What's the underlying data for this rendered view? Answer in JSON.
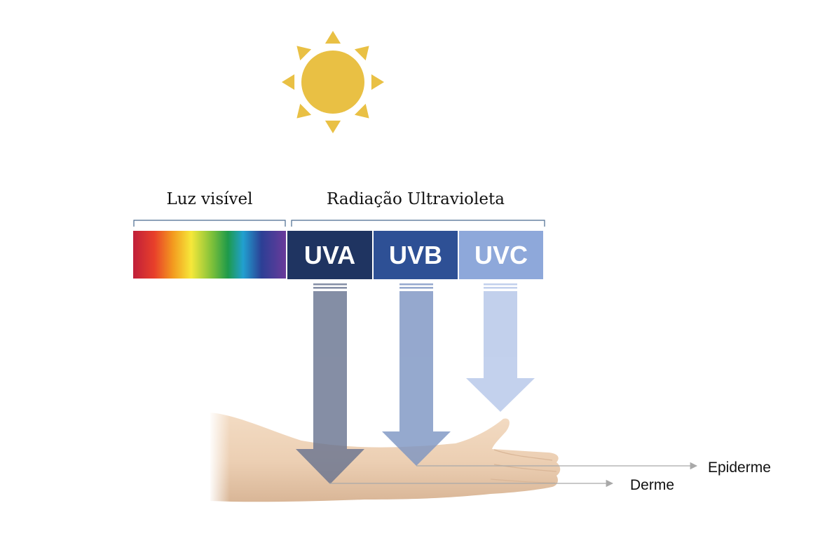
{
  "labels": {
    "visible_light": "Luz visível",
    "uv_radiation": "Radiação Ultravioleta"
  },
  "bands": [
    {
      "label": "UVA",
      "color": "#1f3461"
    },
    {
      "label": "UVB",
      "color": "#2e5095"
    },
    {
      "label": "UVC",
      "color": "#8ea8da"
    }
  ],
  "arrows": [
    {
      "band": "UVA",
      "color": "#66728f",
      "reaches": "Derme"
    },
    {
      "band": "UVB",
      "color": "#7b93c2",
      "reaches": "Epiderme"
    },
    {
      "band": "UVC",
      "color": "#b4c5e8",
      "reaches": ""
    }
  ],
  "skin_layers": {
    "epidermis": "Epiderme",
    "dermis": "Derme"
  },
  "colors": {
    "sun": "#e9c044",
    "skin": "#eed2b6",
    "skin_shadow": "#d9b697",
    "bracket": "#4a6b8f",
    "pointer_line": "#a9a9a9"
  },
  "icons": {
    "sun": "sun-icon",
    "arm": "forearm-hand-illustration"
  }
}
